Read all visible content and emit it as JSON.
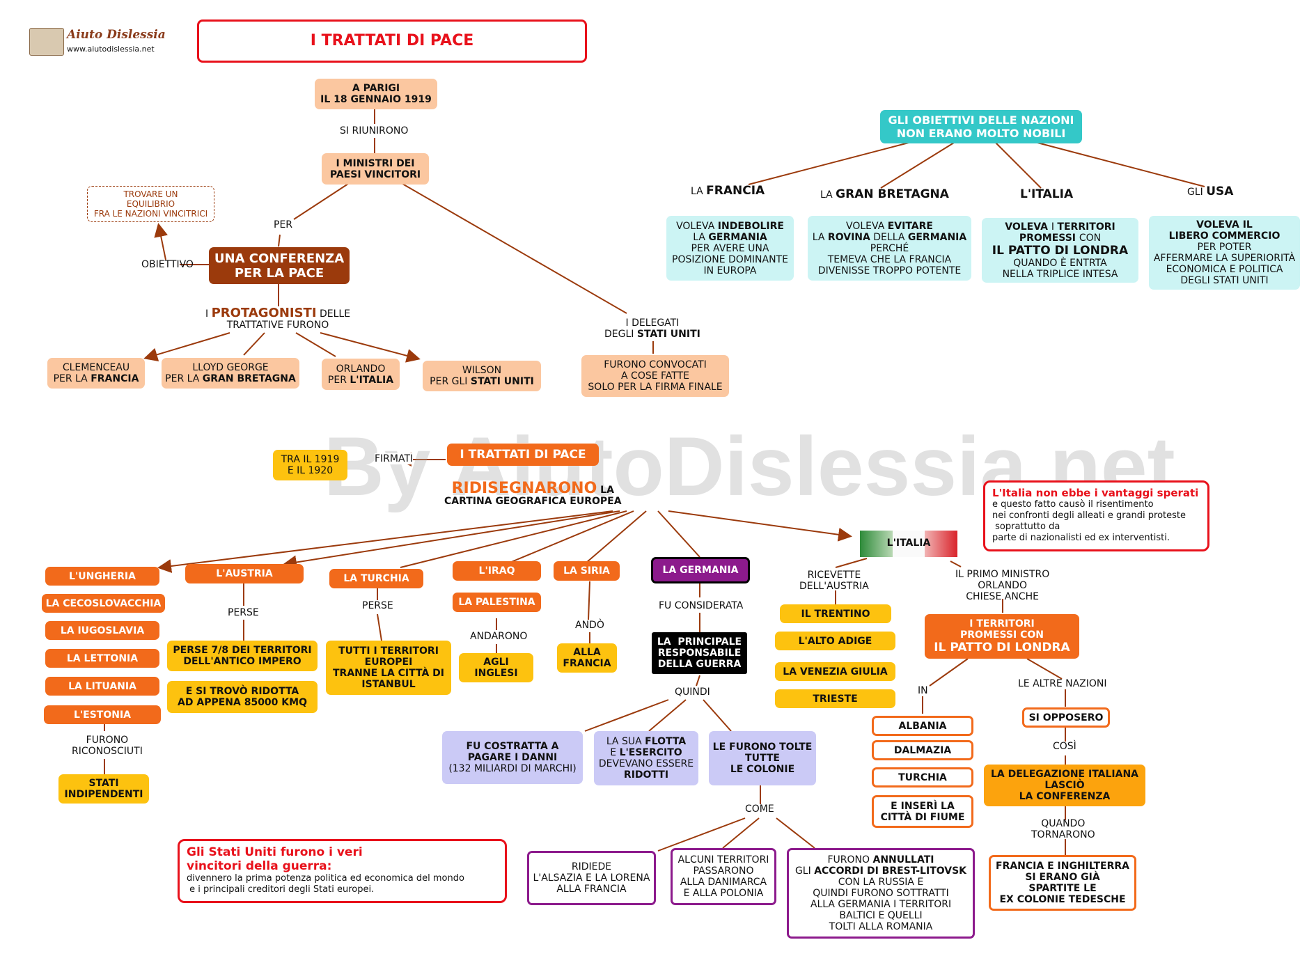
{
  "logo": {
    "brand": "Aiuto Dislessia",
    "url": "www.aiutodislessia.net"
  },
  "title": "I TRATTATI DI PACE",
  "watermark": "By AiutoDislessia.net",
  "top": {
    "parigi": [
      "A PARIGI",
      "IL 18 GENNAIO 1919"
    ],
    "si_riunirono": "SI RIUNIRONO",
    "ministri": [
      "I MINISTRI DEI",
      "PAESI VINCITORI"
    ],
    "per": "PER",
    "conferenza": [
      "UNA CONFERENZA",
      "PER LA PACE"
    ],
    "obiettivo": "OBIETTIVO",
    "equilibrio": [
      "TROVARE UN",
      "EQUILIBRIO",
      "FRA LE NAZIONI VINCITRICI"
    ],
    "protagonisti": {
      "pre": "I ",
      "key": "PROTAGONISTI",
      "post": " DELLE",
      "line2": "TRATTATIVE FURONO"
    },
    "clemenceau": {
      "l1": "CLEMENCEAU",
      "pre": "PER LA ",
      "key": "FRANCIA"
    },
    "lloyd": {
      "l1": "LLOYD GEORGE",
      "pre": "PER LA ",
      "key": "GRAN BRETAGNA"
    },
    "orlando": {
      "l1": "ORLANDO",
      "pre": "PER ",
      "key": "L'ITALIA"
    },
    "wilson": {
      "l1": "WILSON",
      "pre": "PER GLI ",
      "key": "STATI UNITI"
    },
    "delegati": {
      "l1": "I DELEGATI",
      "pre": "DEGLI ",
      "key": "STATI UNITI"
    },
    "convocati": [
      "FURONO CONVOCATI",
      "A COSE FATTE",
      "SOLO PER LA FIRMA FINALE"
    ]
  },
  "obiettivi": {
    "header": [
      "GLI OBIETTIVI DELLE NAZIONI",
      "NON ERANO MOLTO NOBILI"
    ],
    "francia": {
      "pre": "LA ",
      "key": "FRANCIA"
    },
    "gb": {
      "pre": "LA ",
      "key": "GRAN BRETAGNA"
    },
    "italia": {
      "key": "L'ITALIA"
    },
    "usa": {
      "pre": "GLI ",
      "key": "USA"
    },
    "francia_box": {
      "a": "VOLEVA ",
      "b": "INDEBOLIRE",
      "c": "LA ",
      "d": "GERMANIA",
      "e": "PER AVERE UNA",
      "f": "POSIZIONE DOMINANTE",
      "g": "IN EUROPA"
    },
    "gb_box": {
      "a": "VOLEVA ",
      "b": "EVITARE",
      "c": "LA ",
      "d": "ROVINA",
      "e": " DELLA ",
      "f": "GERMANIA",
      "g": "PERCHÉ",
      "h": "TEMEVA CHE LA FRANCIA",
      "i": "DIVENISSE TROPPO POTENTE"
    },
    "italia_box": {
      "a": "VOLEVA ",
      "b": "I ",
      "c": "TERRITORI",
      "d": "PROMESSI ",
      "e": "CON",
      "f": "IL PATTO DI LONDRA",
      "g": "QUANDO È ENTRTA",
      "h": "NELLA TRIPLICE INTESA"
    },
    "usa_box": {
      "a": "VOLEVA IL",
      "b": "LIBERO COMMERCIO",
      "c": "PER POTER",
      "d": "AFFERMARE LA SUPERIORITÀ",
      "e": "ECONOMICA E POLITICA",
      "f": "DEGLI STATI UNITI"
    }
  },
  "trattati": {
    "center": "I TRATTATI DI PACE",
    "firmati": "FIRMATI",
    "date": [
      "TRA IL 1919",
      "E IL 1920"
    ],
    "ridisegnarono": {
      "key": "RIDISEGNARONO",
      "post": " LA",
      "line2": "CARTINA GEOGRAFICA EUROPEA"
    }
  },
  "italia_note": {
    "title": "L'Italia non ebbe i vantaggi sperati",
    "lines": [
      "e questo fatto causò il risentimento",
      "nei confronti degli alleati e grandi proteste",
      " soprattutto da",
      "parte di nazionalisti ed ex interventisti."
    ]
  },
  "left_states": [
    "L'UNGHERIA",
    "LA CECOSLOVACCHIA",
    "LA IUGOSLAVIA",
    "LA LETTONIA",
    "LA LITUANIA",
    "L'ESTONIA"
  ],
  "furono_riconosciuti": [
    "FURONO",
    "RICONOSCIUTI"
  ],
  "stati_indipendenti": [
    "STATI",
    "INDIPENDENTI"
  ],
  "austria": {
    "label": "L'AUSTRIA",
    "perse": "PERSE",
    "box1": [
      "PERSE 7/8 DEI TERRITORI",
      "DELL'ANTICO IMPERO"
    ],
    "box2": [
      "E SI TROVÒ RIDOTTA",
      "AD APPENA 85000 KMQ"
    ]
  },
  "turchia": {
    "label": "LA TURCHIA",
    "perse": "PERSE",
    "box": [
      "TUTTI I TERRITORI",
      "EUROPEI",
      "TRANNE LA CITTÀ DI",
      "ISTANBUL"
    ]
  },
  "iraq": {
    "label": "L'IRAQ",
    "palestina": "LA PALESTINA",
    "andarono": "ANDARONO",
    "box": [
      "AGLI",
      "INGLESI"
    ]
  },
  "siria": {
    "label": "LA SIRIA",
    "ando": "ANDÒ",
    "box": [
      "ALLA",
      "FRANCIA"
    ]
  },
  "germania": {
    "label": "LA GERMANIA",
    "considerata": "FU CONSIDERATA",
    "responsabile": [
      "LA  PRINCIPALE",
      "RESPONSABILE",
      "DELLA GUERRA"
    ],
    "quindi": "QUINDI",
    "danni": {
      "a": "FU COSTRATTA A",
      "b": "PAGARE I DANNI",
      "c": "(132 MILIARDI DI MARCHI)"
    },
    "flotta": {
      "a": "LA SUA ",
      "b": "FLOTTA",
      "c": "E ",
      "d": "L'ESERCITO",
      "e": "DEVEVANO ESSERE",
      "f": "RIDOTTI"
    },
    "colonie": [
      "LE FURONO TOLTE",
      "TUTTE",
      "LE COLONIE"
    ],
    "come": "COME",
    "alsazia": [
      "RIDIEDE",
      "L'ALSAZIA E LA LORENA",
      "ALLA FRANCIA"
    ],
    "territori": [
      "ALCUNI TERRITORI",
      "PASSARONO",
      "ALLA DANIMARCA",
      "E ALLA POLONIA"
    ],
    "brest": {
      "a": "FURONO ",
      "b": "ANNULLATI",
      "c": "GLI ",
      "d": "ACCORDI DI BREST-LITOVSK",
      "e": "CON LA RUSSIA E",
      "f": "QUINDI FURONO SOTTRATTI",
      "g": "ALLA GERMANIA I TERRITORI",
      "h": "BALTICI E QUELLI",
      "i": "TOLTI ALLA ROMANIA"
    }
  },
  "usa_note": {
    "title1": "Gli Stati Uniti furono i veri",
    "title2": "vincitori della guerra:",
    "line1": "divennero la prima potenza politica ed economica del mondo",
    "line2": " e i principali creditori degli Stati europei."
  },
  "italia": {
    "label": "L'ITALIA",
    "ricevette": [
      "RICEVETTE",
      "DELL'AUSTRIA"
    ],
    "gains": [
      "IL TRENTINO",
      "L'ALTO ADIGE",
      "LA VENEZIA GIULIA",
      "TRIESTE"
    ],
    "primo_ministro": [
      "IL PRIMO MINISTRO",
      "ORLANDO",
      "CHIESE ANCHE"
    ],
    "territori": [
      "I TERRITORI",
      "PROMESSI CON",
      "IL PATTO DI LONDRA"
    ],
    "in": "IN",
    "places": [
      "ALBANIA",
      "DALMAZIA",
      "TURCHIA"
    ],
    "fiume": [
      "E INSERÌ LA",
      "CITTÀ DI FIUME"
    ],
    "altre_nazioni": "LE ALTRE NAZIONI",
    "opposero": "SI OPPOSERO",
    "cosi": "COSÌ",
    "delegazione": [
      "LA DELEGAZIONE ITALIANA",
      "LASCIÒ",
      "LA CONFERENZA"
    ],
    "quando": [
      "QUANDO",
      "TORNARONO"
    ],
    "colonie": [
      "FRANCIA E INGHILTERRA",
      "SI ERANO GIÀ",
      "SPARTITE LE",
      "EX COLONIE TEDESCHE"
    ]
  },
  "colors": {
    "orange": "#f26a1b",
    "peach": "#fbc7a0",
    "yellow": "#fdc20f",
    "cyan": "#ccf4f4",
    "teal": "#34c8c8",
    "brown": "#9b3a0c",
    "lavender": "#cbcaf6",
    "purple": "#8c1a8c",
    "red": "#e8111b",
    "line": "#9b3a0c"
  }
}
